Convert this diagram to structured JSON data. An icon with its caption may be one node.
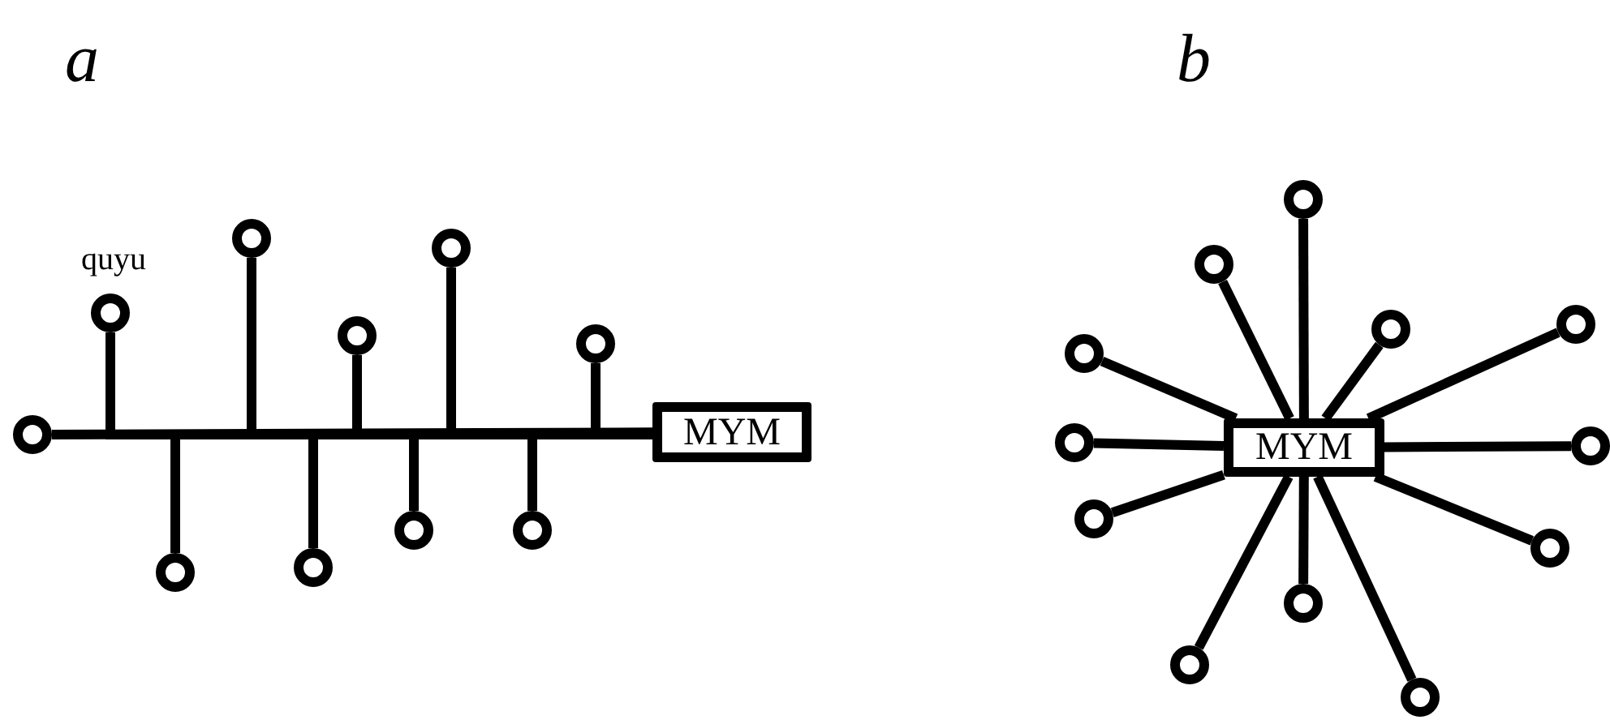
{
  "diagram": {
    "nodes": [
      {
        "text": [],
        "shape": "circle"
      },
      {
        "text": [],
        "shape": "circle",
        "beside": [
          "quyu"
        ]
      },
      {
        "text": [],
        "shape": "circle"
      },
      {
        "text": [],
        "shape": "circle"
      },
      {
        "text": [],
        "shape": "circle"
      },
      {
        "text": [],
        "shape": "circle"
      },
      {
        "text": [],
        "shape": "circle"
      },
      {
        "text": [],
        "shape": "circle"
      },
      {
        "text": [],
        "shape": "circle"
      },
      {
        "text": [],
        "shape": "circle"
      },
      {
        "text": [
          "MYM"
        ]
      },
      {
        "text": [
          "MYM"
        ]
      },
      {
        "text": [],
        "shape": "circle"
      },
      {
        "text": [],
        "shape": "circle"
      },
      {
        "text": [],
        "shape": "circle"
      },
      {
        "text": [],
        "shape": "circle"
      },
      {
        "text": [],
        "shape": "circle"
      },
      {
        "text": [],
        "shape": "circle"
      },
      {
        "text": [],
        "shape": "circle"
      },
      {
        "text": [],
        "shape": "circle"
      },
      {
        "text": [],
        "shape": "circle"
      },
      {
        "text": [],
        "shape": "circle"
      },
      {
        "text": [],
        "shape": "circle"
      },
      {
        "text": [],
        "shape": "circle"
      }
    ],
    "edges": [
      {
        "from": 0,
        "to": 10,
        "arrow": "none"
      },
      {
        "from": 1,
        "to": 10,
        "arrow": "none"
      },
      {
        "from": 2,
        "to": 10,
        "arrow": "none"
      },
      {
        "from": 3,
        "to": 10,
        "arrow": "none"
      },
      {
        "from": 4,
        "to": 10,
        "arrow": "none"
      },
      {
        "from": 5,
        "to": 10,
        "arrow": "none"
      },
      {
        "from": 6,
        "to": 10,
        "arrow": "none"
      },
      {
        "from": 7,
        "to": 10,
        "arrow": "none"
      },
      {
        "from": 8,
        "to": 10,
        "arrow": "none"
      },
      {
        "from": 9,
        "to": 10,
        "arrow": "none"
      },
      {
        "from": 11,
        "to": 12,
        "arrow": "none"
      },
      {
        "from": 11,
        "to": 13,
        "arrow": "none"
      },
      {
        "from": 11,
        "to": 14,
        "arrow": "none"
      },
      {
        "from": 11,
        "to": 15,
        "arrow": "none"
      },
      {
        "from": 11,
        "to": 16,
        "arrow": "none"
      },
      {
        "from": 11,
        "to": 17,
        "arrow": "none"
      },
      {
        "from": 11,
        "to": 18,
        "arrow": "none"
      },
      {
        "from": 11,
        "to": 19,
        "arrow": "none"
      },
      {
        "from": 11,
        "to": 20,
        "arrow": "none"
      },
      {
        "from": 11,
        "to": 21,
        "arrow": "none"
      },
      {
        "from": 11,
        "to": 22,
        "arrow": "none"
      },
      {
        "from": 11,
        "to": 23,
        "arrow": "none"
      }
    ],
    "labels": [
      "a",
      "b"
    ]
  }
}
